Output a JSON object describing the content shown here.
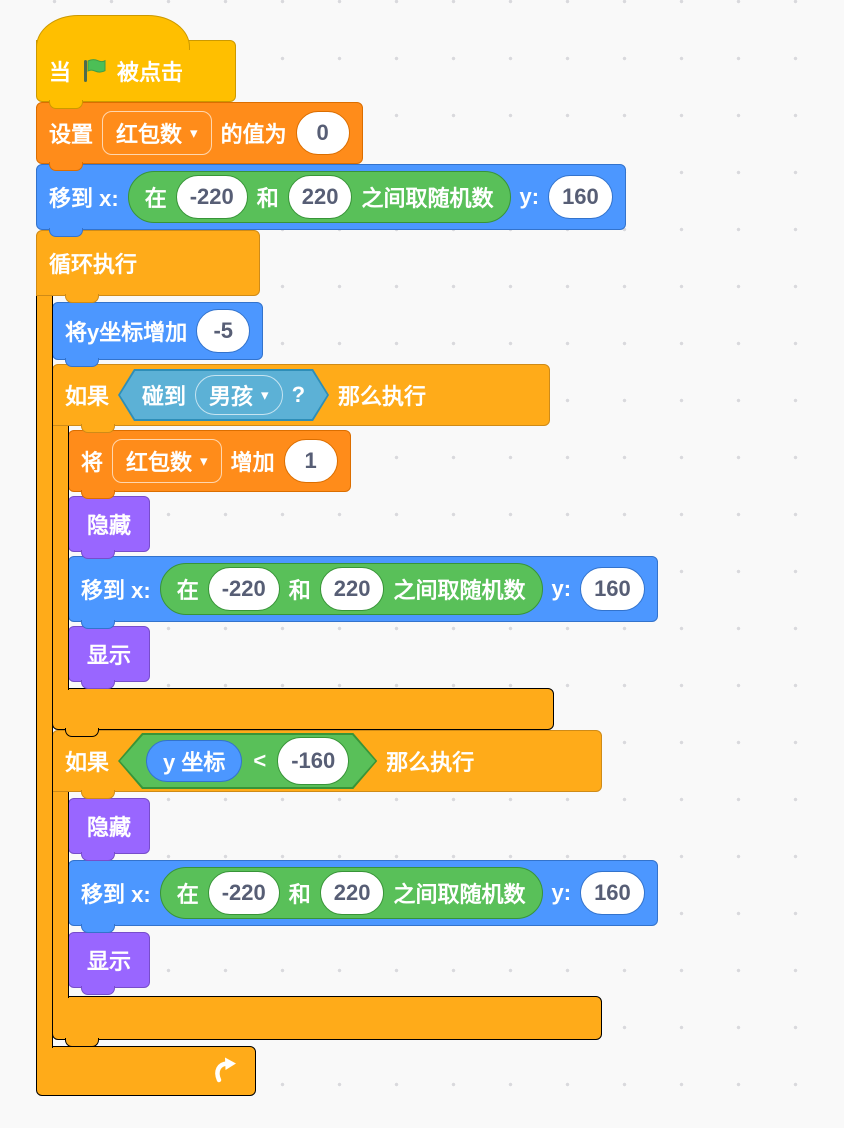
{
  "colors": {
    "events": "#FFBF00",
    "events_border": "#CC9900",
    "variables": "#FF8C1A",
    "variables_border": "#DB6E00",
    "motion": "#4C97FF",
    "motion_border": "#3373CC",
    "control": "#FFAB19",
    "control_border": "#CF8B17",
    "looks": "#9966FF",
    "looks_border": "#774DCB",
    "sensing": "#5CB1D6",
    "sensing_border": "#2E8EB8",
    "operators": "#59C059",
    "operators_border": "#389438",
    "field_text": "#575E75",
    "flag_green": "#4CBF56"
  },
  "icons": {
    "dropdown_arrow": "▾",
    "green_flag": "green-flag-icon",
    "loop": "loop-arrow-icon"
  },
  "blocks": {
    "when_flag": {
      "text_before": "当",
      "text_after": "被点击"
    },
    "set_var": {
      "label_set": "设置",
      "variable": "红包数",
      "label_to": "的值为",
      "value": "0"
    },
    "move": {
      "label_goto_x": "移到 x:",
      "random": {
        "label_between": "在",
        "min": "-220",
        "label_and": "和",
        "max": "220",
        "label_pick": "之间取随机数"
      },
      "label_y": "y:",
      "y": "160"
    },
    "forever": {
      "label": "循环执行"
    },
    "change_y": {
      "label": "将y坐标增加",
      "value": "-5"
    },
    "if_touching": {
      "label_if": "如果",
      "label_then": "那么执行",
      "condition": {
        "label_touching": "碰到",
        "target": "男孩",
        "label_q": "?"
      }
    },
    "change_var": {
      "label_change": "将",
      "variable": "红包数",
      "label_by": "增加",
      "value": "1"
    },
    "hide": {
      "label": "隐藏"
    },
    "show": {
      "label": "显示"
    },
    "if_y_less": {
      "label_if": "如果",
      "label_then": "那么执行",
      "condition": {
        "reporter": "y 坐标",
        "operator": "<",
        "value": "-160"
      }
    }
  }
}
